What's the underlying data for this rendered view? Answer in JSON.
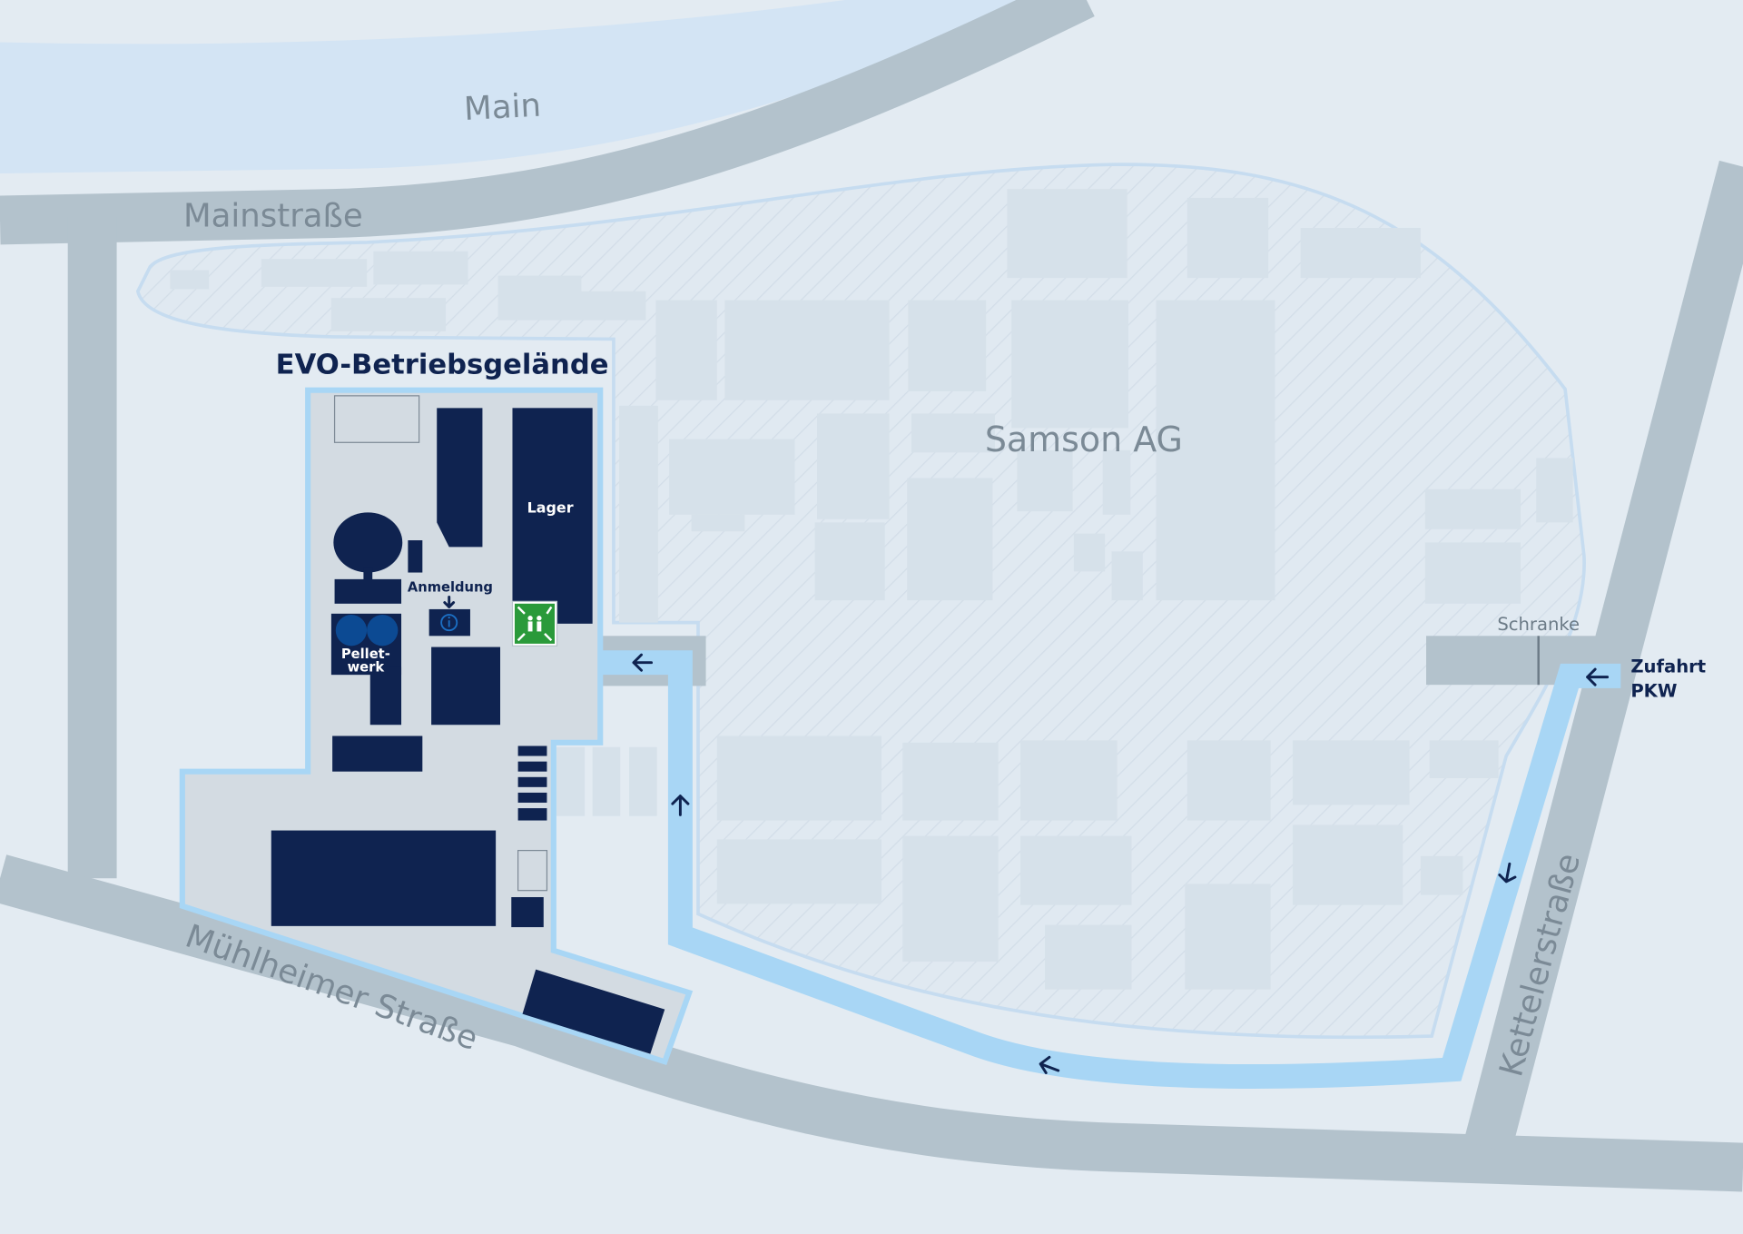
{
  "map": {
    "river_label": "Main",
    "roads": {
      "main_street": "Mainstraße",
      "muehlheimer": "Mühlheimer Straße",
      "ketteler": "Kettelerstraße"
    },
    "areas": {
      "neighbor": "Samson AG",
      "site_title": "EVO-Betriebsgelände"
    },
    "buildings": {
      "warehouse": "Lager",
      "pellet_line1": "Pellet-",
      "pellet_line2": "werk",
      "registration": "Anmeldung"
    },
    "access": {
      "barrier": "Schranke",
      "entry_line1": "Zufahrt",
      "entry_line2": "PKW"
    },
    "icons": [
      "info-icon",
      "assembly-point-icon",
      "arrow-left-icon",
      "arrow-up-icon",
      "arrow-down-icon"
    ],
    "colors": {
      "background": "#e3ebf2",
      "river": "#d3e4f4",
      "road": "#b3c2cc",
      "site_building": "#0f2350",
      "access_route": "#a8d6f5",
      "assembly_green": "#2a9a3a"
    }
  }
}
